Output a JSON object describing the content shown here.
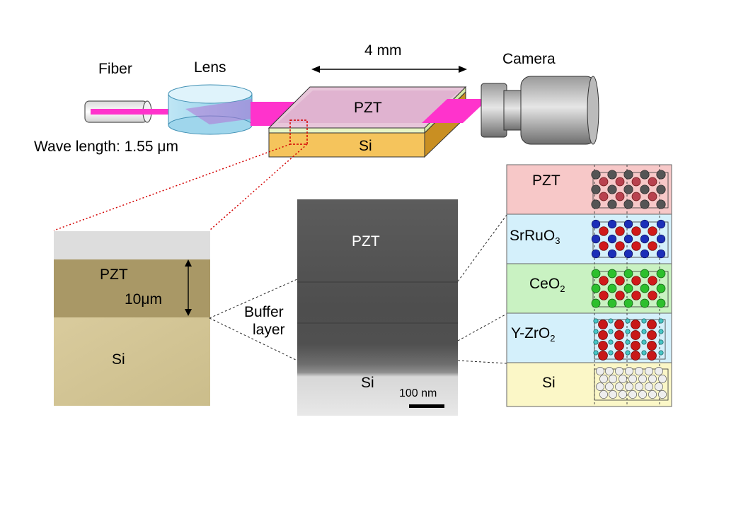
{
  "setup": {
    "fiber_label": "Fiber",
    "lens_label": "Lens",
    "width_label": "4 mm",
    "camera_label": "Camera",
    "wavelength_label": "Wave length: 1.55",
    "wavelength_unit": "μm",
    "chip_top_label": "PZT",
    "chip_bottom_label": "Si"
  },
  "micrograph": {
    "pzt_label": "PZT",
    "thickness_label": "10",
    "thickness_unit": "μm",
    "si_label": "Si",
    "buffer_label_line1": "Buffer",
    "buffer_label_line2": "layer"
  },
  "tem": {
    "pzt_label": "PZT",
    "si_label": "Si",
    "scalebar_label": "100 nm"
  },
  "stack": {
    "layers": [
      {
        "id": "pzt",
        "text": "PZT",
        "sub": "",
        "color": "#f7c8c8"
      },
      {
        "id": "sro",
        "text": "SrRuO",
        "sub": "3",
        "color": "#d4f0fb"
      },
      {
        "id": "ceo",
        "text": "CeO",
        "sub": "2",
        "color": "#c9f2c2"
      },
      {
        "id": "yzr",
        "text": "Y-ZrO",
        "sub": "2",
        "color": "#d4f0fb"
      },
      {
        "id": "si",
        "text": "Si",
        "sub": "",
        "color": "#fbf7c7"
      }
    ]
  },
  "colors": {
    "beam": "#ff33cc",
    "chip_si": "#f5c45c",
    "chip_pzt": "#e8c6da",
    "zoom_line": "#d40000"
  }
}
